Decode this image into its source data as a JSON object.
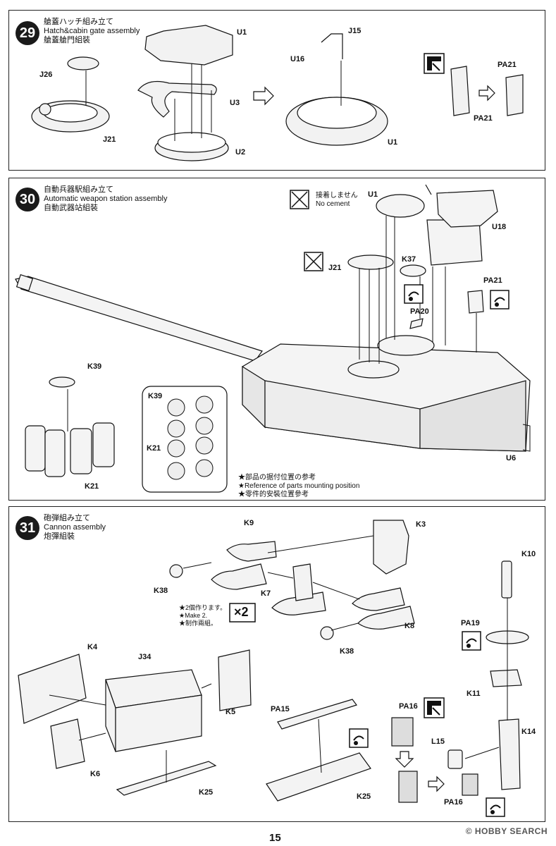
{
  "page_number": "15",
  "watermark": "© HOBBY SEARCH",
  "steps": [
    {
      "number": "29",
      "title_ja": "艙蓋ハッチ組み立て",
      "title_en": "Hatch&cabin gate assembly",
      "title_zh": "艙蓋艙門組裝",
      "parts": [
        "J26",
        "J21",
        "U1",
        "U3",
        "U2",
        "J15",
        "U16",
        "U1",
        "PA21",
        "PA21"
      ]
    },
    {
      "number": "30",
      "title_ja": "自動兵器駅組み立て",
      "title_en": "Automatic weapon station assembly",
      "title_zh": "自動武器站組裝",
      "no_cement_ja": "接着しません",
      "no_cement_en": "No cement",
      "parts": [
        "U1",
        "U18",
        "J21",
        "K37",
        "PA21",
        "PA20",
        "K39",
        "K39",
        "K21",
        "K21",
        "U6"
      ],
      "notes": [
        "★部品の据付位置の参考",
        "★Reference of parts mounting position",
        "★零件的安裝位置參考"
      ]
    },
    {
      "number": "31",
      "title_ja": "砲弾組み立て",
      "title_en": "Cannon assembly",
      "title_zh": "炮彈組裝",
      "make_notes": [
        "★2個作ります。",
        "★Make 2.",
        "★制作兩組。"
      ],
      "multiplier": "×2",
      "parts": [
        "K9",
        "K3",
        "K38",
        "K7",
        "K8",
        "K38",
        "K10",
        "PA19",
        "K11",
        "K14",
        "L15",
        "PA16",
        "K4",
        "J34",
        "K5",
        "K6",
        "K25",
        "PA15",
        "K25",
        "PA16"
      ]
    }
  ]
}
